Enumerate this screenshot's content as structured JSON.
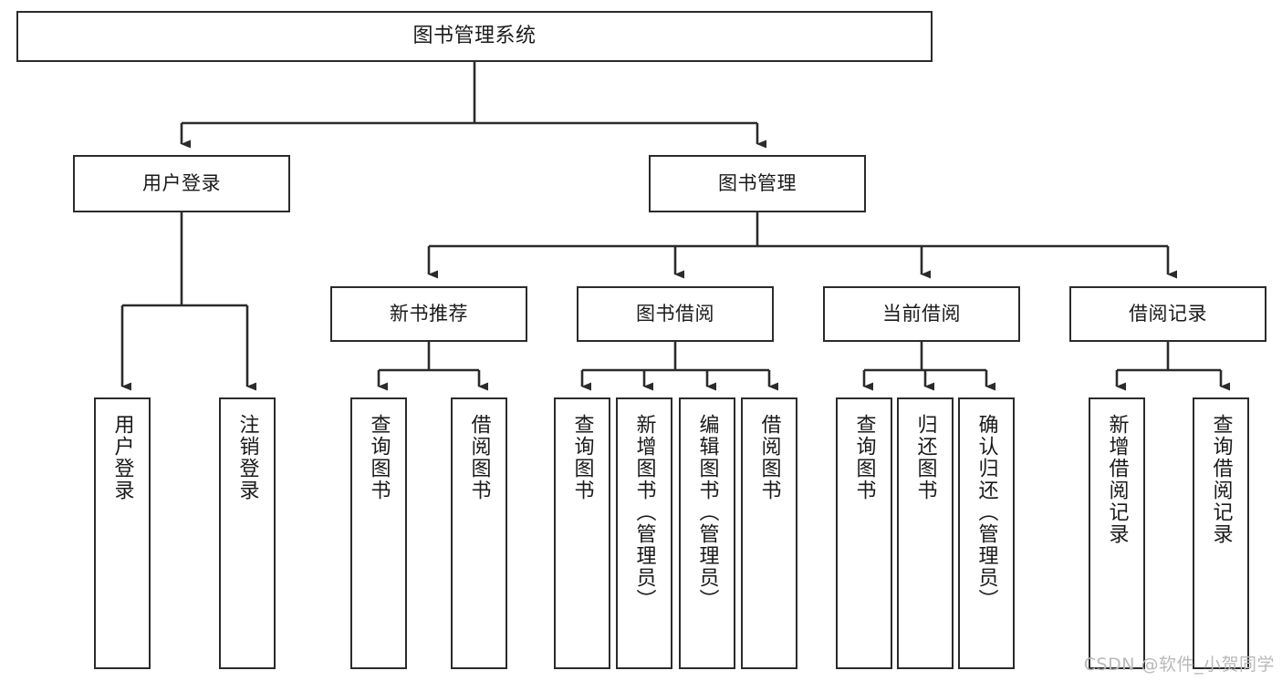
{
  "diagram": {
    "type": "tree-hierarchy-chart",
    "title": "图书管理系统",
    "root": {
      "id": "root",
      "label": "图书管理系统"
    },
    "level2": [
      {
        "id": "user-login",
        "label": "用户登录"
      },
      {
        "id": "book-management",
        "label": "图书管理"
      }
    ],
    "level3": [
      {
        "id": "new-book-recommend",
        "label": "新书推荐",
        "parent": "book-management"
      },
      {
        "id": "book-borrow",
        "label": "图书借阅",
        "parent": "book-management"
      },
      {
        "id": "current-borrow",
        "label": "当前借阅",
        "parent": "book-management"
      },
      {
        "id": "borrow-record",
        "label": "借阅记录",
        "parent": "book-management"
      }
    ],
    "leaves": [
      {
        "id": "leaf-user-login",
        "label": "用户登录",
        "parent": "user-login"
      },
      {
        "id": "leaf-logout",
        "label": "注销登录",
        "parent": "user-login"
      },
      {
        "id": "leaf-query-book-1",
        "label": "查询图书",
        "parent": "new-book-recommend"
      },
      {
        "id": "leaf-borrow-book-1",
        "label": "借阅图书",
        "parent": "new-book-recommend"
      },
      {
        "id": "leaf-query-book-2",
        "label": "查询图书",
        "parent": "book-borrow"
      },
      {
        "id": "leaf-add-book",
        "label": "新增图书（管理员）",
        "parent": "book-borrow"
      },
      {
        "id": "leaf-edit-book",
        "label": "编辑图书（管理员）",
        "parent": "book-borrow"
      },
      {
        "id": "leaf-borrow-book-2",
        "label": "借阅图书",
        "parent": "book-borrow"
      },
      {
        "id": "leaf-query-book-3",
        "label": "查询图书",
        "parent": "current-borrow"
      },
      {
        "id": "leaf-return-book",
        "label": "归还图书",
        "parent": "current-borrow"
      },
      {
        "id": "leaf-confirm-return",
        "label": "确认归还（管理员）",
        "parent": "current-borrow"
      },
      {
        "id": "leaf-add-record",
        "label": "新增借阅记录",
        "parent": "borrow-record"
      },
      {
        "id": "leaf-query-record",
        "label": "查询借阅记录",
        "parent": "borrow-record"
      }
    ]
  },
  "watermark": {
    "text": "CSDN @软件_小贺同学"
  },
  "colors": {
    "border": "#2b2b2b",
    "background": "#ffffff",
    "text": "#1a1a1a",
    "watermark": "#b9b9b9"
  }
}
